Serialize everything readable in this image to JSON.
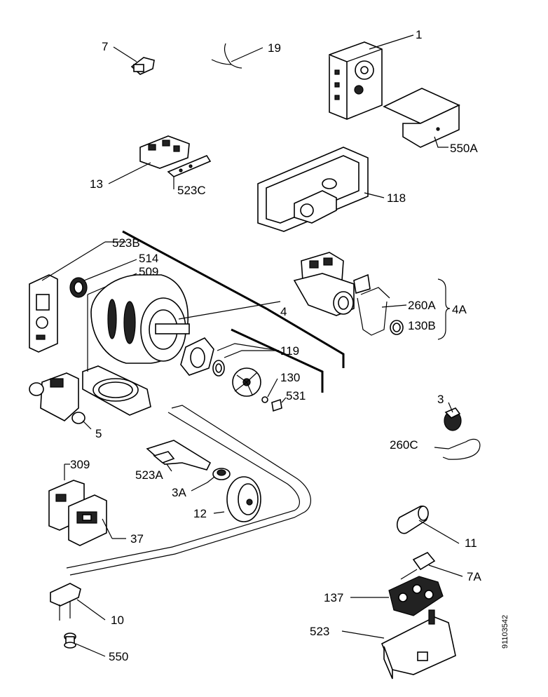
{
  "diagram_code": "91103542",
  "labels": {
    "p1": "1",
    "p7": "7",
    "p19": "19",
    "p550a": "550A",
    "p118": "118",
    "p13": "13",
    "p523c": "523C",
    "p523b": "523B",
    "p514": "514",
    "p509": "509",
    "p4": "4",
    "p4a": "4A",
    "p260a": "260A",
    "p130b": "130B",
    "p119": "119",
    "p130": "130",
    "p531": "531",
    "p5": "5",
    "p3": "3",
    "p260c": "260C",
    "p523a": "523A",
    "p3a": "3A",
    "p12": "12",
    "p309": "309",
    "p37": "37",
    "p11": "11",
    "p7a": "7A",
    "p137": "137",
    "p10": "10",
    "p523": "523",
    "p550": "550"
  }
}
